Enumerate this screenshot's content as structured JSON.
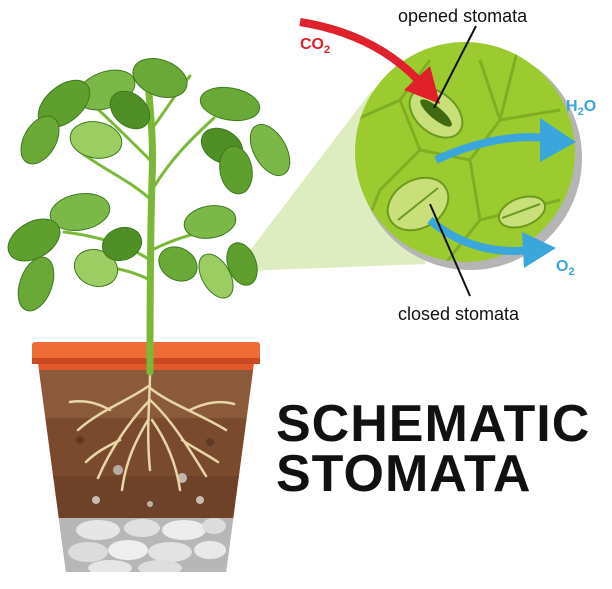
{
  "title": {
    "line1": "SCHEMATIC",
    "line2": "STOMATA"
  },
  "labels": {
    "opened": "opened stomata",
    "closed": "closed stomata"
  },
  "gases": {
    "co2": {
      "base": "CO",
      "sub": "2",
      "color": "#e0202a"
    },
    "h2o": {
      "base": "H",
      "sub": "2",
      "tail": "O",
      "color": "#3aa6dc"
    },
    "o2": {
      "base": "O",
      "sub": "2",
      "color": "#3aa6dc"
    }
  },
  "colors": {
    "leaf": "#5f9f2e",
    "leaf_light": "#9ccd63",
    "stem": "#7cb838",
    "cell": "#9ccb2f",
    "pot": "#e1592b",
    "soil": "#8b5a3a",
    "root": "#e8d6a6",
    "stone": "#d6d6d6"
  }
}
